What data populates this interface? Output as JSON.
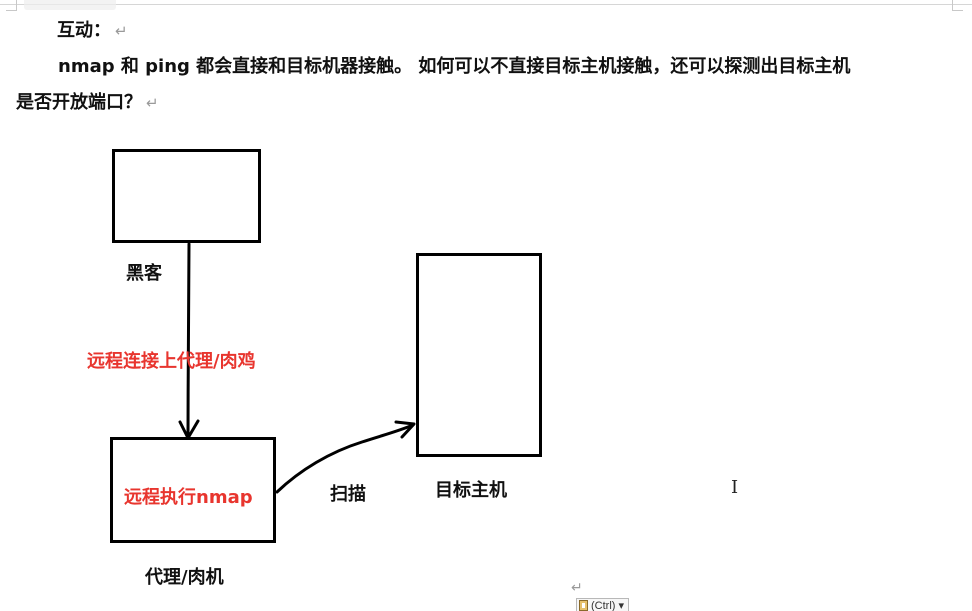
{
  "document": {
    "heading": "互动：",
    "question_line1": "nmap 和 ping  都会直接和目标机器接触。  如何可以不直接目标主机接触，还可以探测出目标主机",
    "question_line2": "是否开放端口？",
    "paragraph_mark": "↵"
  },
  "diagram": {
    "hacker_label": "黑客",
    "connect_label": "远程连接上代理/肉鸡",
    "proxy_inner_label": "远程执行nmap",
    "proxy_label": "代理/肉机",
    "scan_label": "扫描",
    "target_label": "目标主机",
    "text_colors": {
      "red": "#e8352e",
      "black": "#111111"
    }
  },
  "ui": {
    "paste_options_label": "(Ctrl) ▾",
    "cursor_glyph": "I"
  }
}
